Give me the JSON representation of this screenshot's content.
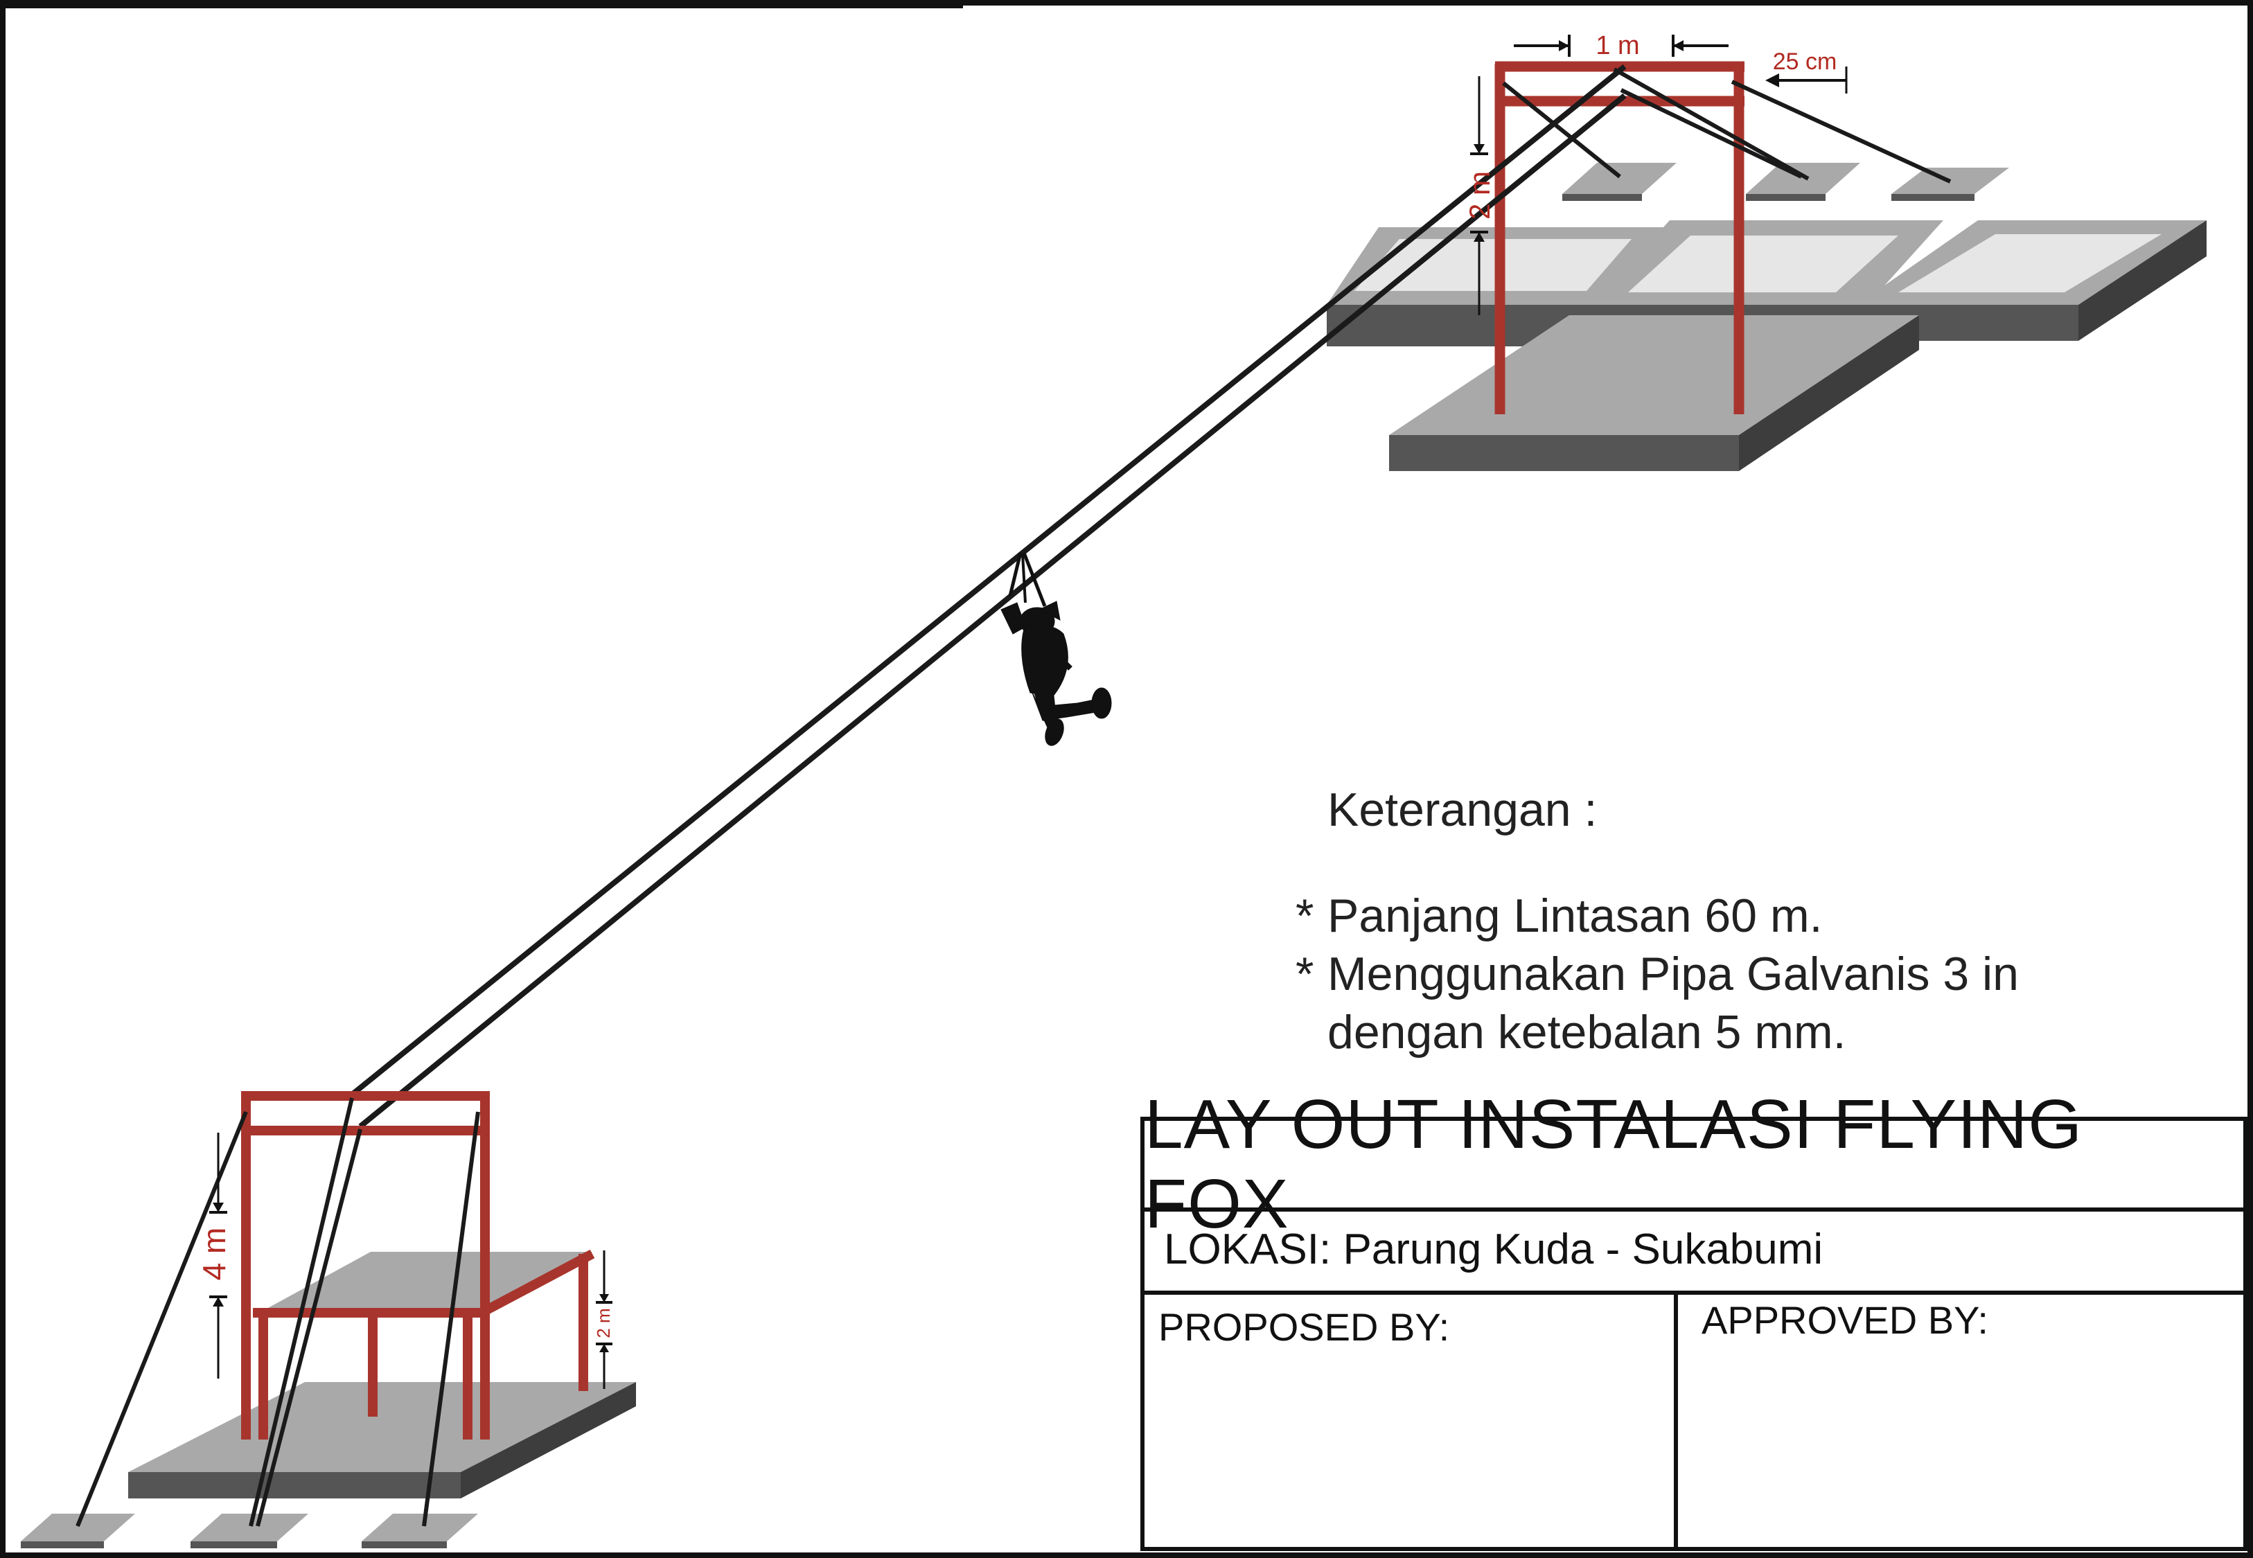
{
  "diagram": {
    "dimensions": {
      "top_width": "1 m",
      "top_offset": "25 cm",
      "top_height": "2 m",
      "bottom_height": "4 m",
      "bottom_platform": "2 m"
    }
  },
  "notes": {
    "heading": "Keterangan :",
    "bullet": "*",
    "item1": "Panjang Lintasan 60 m.",
    "item2_line1": "Menggunakan Pipa Galvanis 3 in",
    "item2_line2": "dengan ketebalan 5 mm."
  },
  "title_block": {
    "title": "LAY OUT INSTALASI FLYING FOX",
    "location": "LOKASI: Parung Kuda - Sukabumi",
    "proposed_label": "PROPOSED BY:",
    "approved_label": "APPROVED BY:"
  },
  "colors": {
    "frame_red": "#a8352d",
    "dimension_red": "#b22a22",
    "cable": "#1a1a1a",
    "slab_top": "#a9a9a9",
    "slab_side": "#555555",
    "slab_inner": "#e6e6e6"
  }
}
